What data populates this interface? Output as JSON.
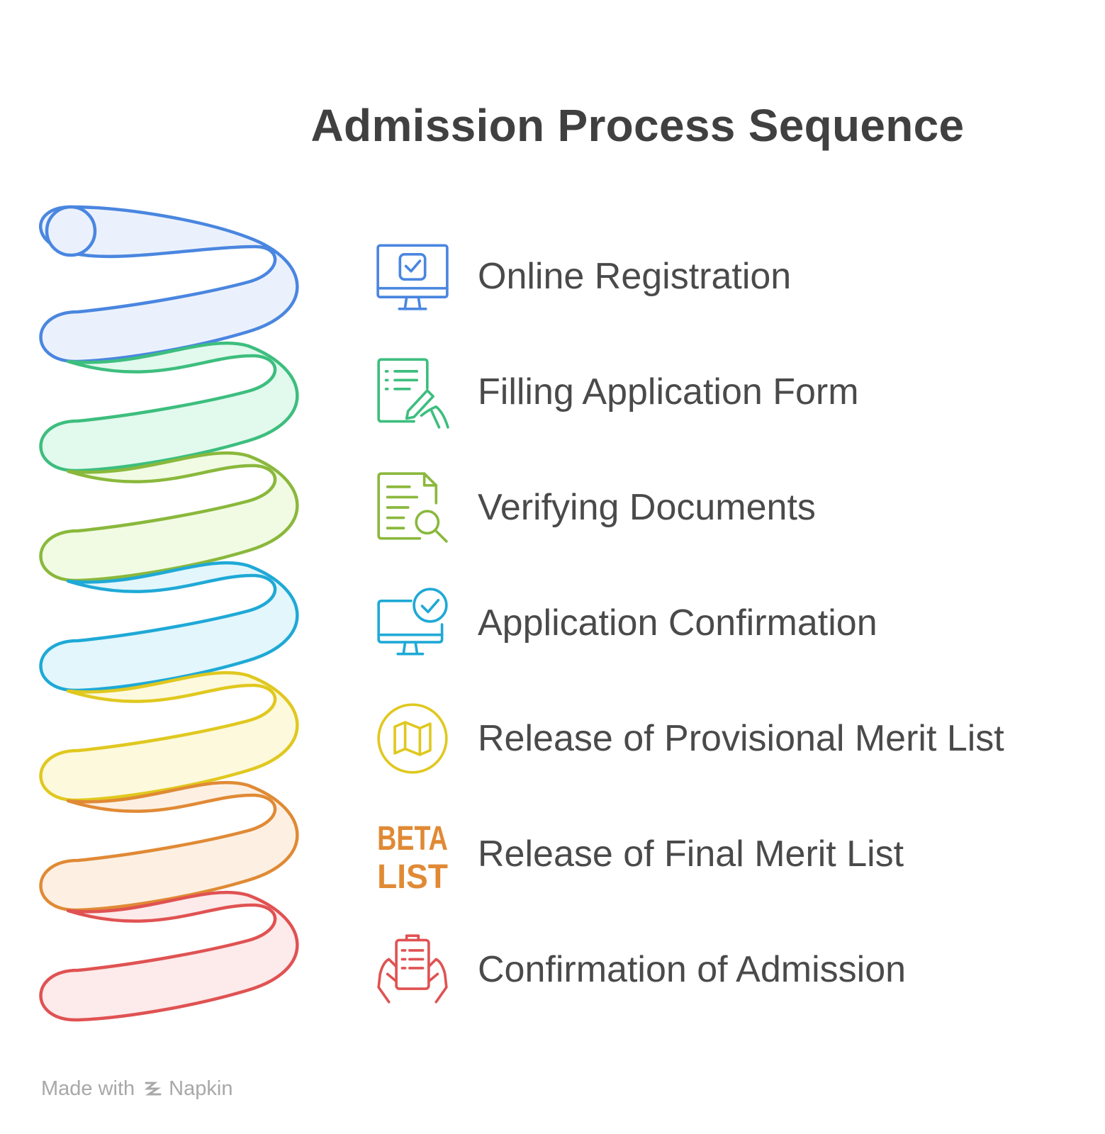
{
  "title": "Admission Process Sequence",
  "steps": [
    {
      "label": "Online Registration",
      "icon": "computer-check-icon",
      "color": "#4A86E0",
      "fill": "#EBF1FC"
    },
    {
      "label": "Filling Application Form",
      "icon": "form-writing-icon",
      "color": "#3DBE7E",
      "fill": "#E2F9EE"
    },
    {
      "label": "Verifying Documents",
      "icon": "document-search-icon",
      "color": "#8AB83C",
      "fill": "#F1FBE3"
    },
    {
      "label": "Application Confirmation",
      "icon": "monitor-check-icon",
      "color": "#1FA9D6",
      "fill": "#E2F6FC"
    },
    {
      "label": "Release of Provisional Merit List",
      "icon": "map-icon",
      "color": "#E0C81F",
      "fill": "#FDF9DD"
    },
    {
      "label": "Release of Final Merit List",
      "icon": "beta-list-icon",
      "color": "#E08A35",
      "fill": "#FDF0E3"
    },
    {
      "label": "Confirmation of Admission",
      "icon": "clipboard-hands-icon",
      "color": "#E05252",
      "fill": "#FDEAEA"
    }
  ],
  "beta_icon_text": {
    "line1": "BETA",
    "line2": "LIST"
  },
  "footer": {
    "made_with": "Made with",
    "brand": "Napkin"
  }
}
